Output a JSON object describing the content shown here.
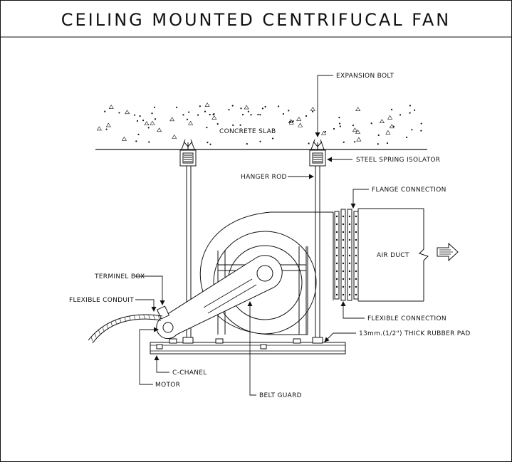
{
  "title": "CEILING MOUNTED CENTRIFUCAL FAN",
  "labels": {
    "expansion_bolt": "EXPANSION BOLT",
    "concrete_slab": "CONCRETE SLAB",
    "steel_spring_isolator": "STEEL SPRING ISOLATOR",
    "hanger_rod": "HANGER ROD",
    "flange_connection": "FLANGE CONNECTION",
    "air_duct": "AIR DUCT",
    "terminel_box": "TERMINEL BOX",
    "flexible_conduit": "FLEXIBLE CONDUIT",
    "flexible_connection": "FLEXIBLE CONNECTION",
    "rubber_pad": "13mm.(1/2\") THICK RUBBER PAD",
    "c_chanel": "C-CHANEL",
    "motor": "MOTOR",
    "belt_guard": "BELT GUARD"
  }
}
